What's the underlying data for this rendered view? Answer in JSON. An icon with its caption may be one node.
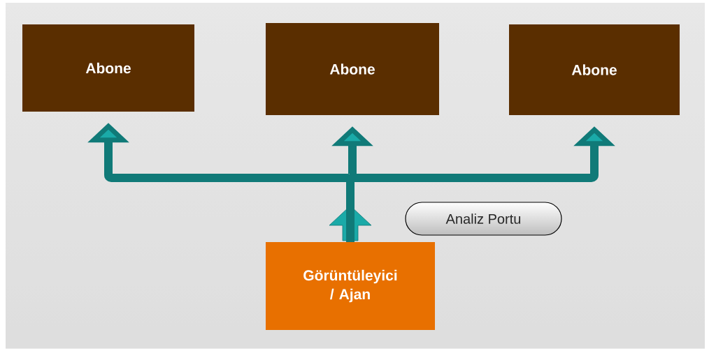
{
  "diagram": {
    "nodes": [
      {
        "text": [
          "Abone"
        ]
      },
      {
        "text": [
          "Abone"
        ]
      },
      {
        "text": [
          "Abone"
        ]
      },
      {
        "text": [
          "Görüntüleyici / Ajan"
        ]
      },
      {
        "text": [
          "Analiz Portu"
        ]
      }
    ],
    "edges": [
      {
        "from": 3,
        "to": 0,
        "arrow": "to"
      },
      {
        "from": 3,
        "to": 1,
        "arrow": "to"
      },
      {
        "from": 3,
        "to": 2,
        "arrow": "to"
      }
    ]
  }
}
